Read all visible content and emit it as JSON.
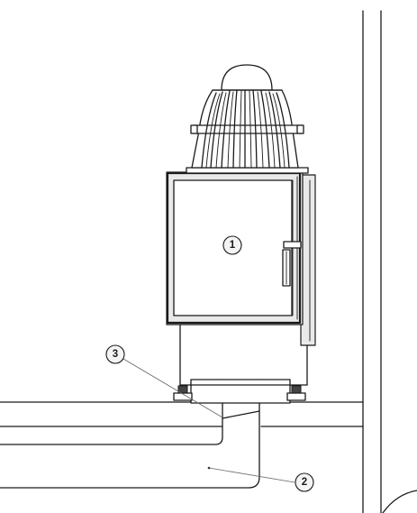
{
  "callouts": [
    {
      "id": "1",
      "label": "1"
    },
    {
      "id": "2",
      "label": "2"
    },
    {
      "id": "3",
      "label": "3"
    }
  ],
  "colors": {
    "line": "#1a1a1a",
    "panel_gray": "#e9e9e9",
    "badge_fill": "#f4f4f4",
    "background": "#ffffff"
  }
}
